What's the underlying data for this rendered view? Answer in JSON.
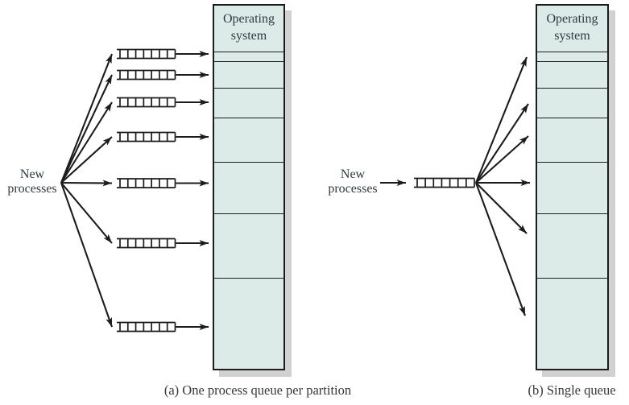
{
  "colors": {
    "partition_fill": "#dcebe8",
    "line": "#1c1c1c",
    "shadow": "#d1d1d1",
    "text": "#2e3a42"
  },
  "panel_a": {
    "new_processes_label": "New\nprocesses",
    "memory": {
      "os_header": "Operating\nsystem",
      "partition_count": 7
    },
    "queues": {
      "count": 7,
      "cells_per_queue": 7
    },
    "caption": "(a) One process queue per partition"
  },
  "panel_b": {
    "new_processes_label": "New\nprocesses",
    "memory": {
      "os_header": "Operating\nsystem",
      "partition_count": 7
    },
    "queues": {
      "count": 1,
      "cells_per_queue": 7
    },
    "caption": "(b) Single queue"
  }
}
